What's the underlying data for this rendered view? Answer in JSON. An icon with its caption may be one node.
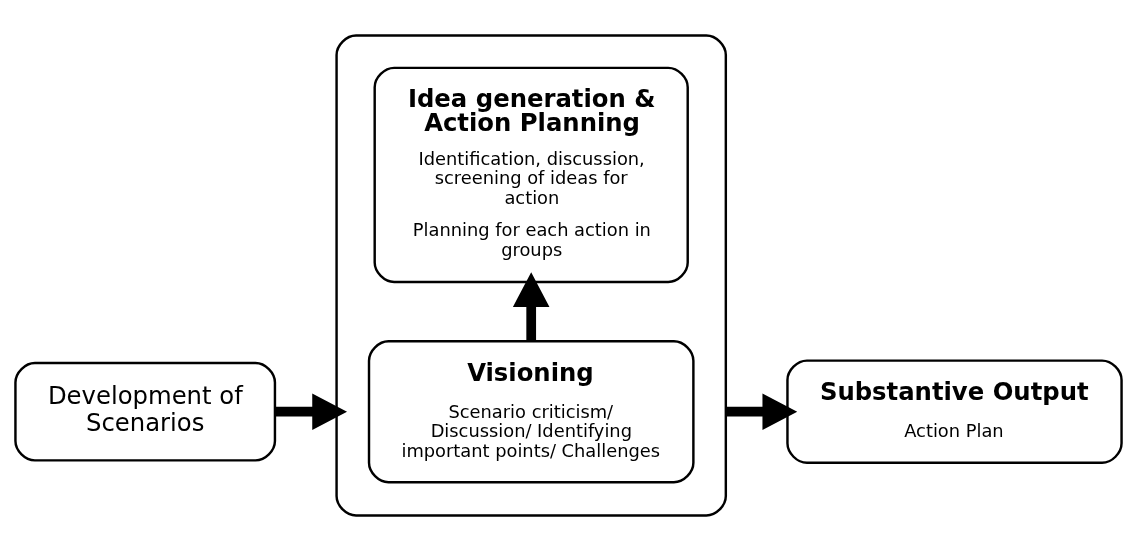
{
  "diagram": {
    "nodes": [
      {
        "text": [
          "Development of Scenarios"
        ]
      },
      {
        "text": [],
        "shape": "box"
      },
      {
        "text": [
          "Visioning",
          "Scenario criticism/ Discussion/ Identifying important points/ Challenges"
        ],
        "in": 1
      },
      {
        "text": [
          "Idea generation & Action Planning",
          "Identification, discussion, screening of ideas for action",
          "Planning for each action in groups"
        ],
        "in": 1
      },
      {
        "text": [
          "Substantive Output",
          "Action Plan"
        ]
      }
    ],
    "edges": [
      {
        "from": 0,
        "to": 1,
        "arrow": "to"
      },
      {
        "from": 2,
        "to": 3,
        "arrow": "to"
      },
      {
        "from": 1,
        "to": 4,
        "arrow": "to"
      }
    ]
  }
}
